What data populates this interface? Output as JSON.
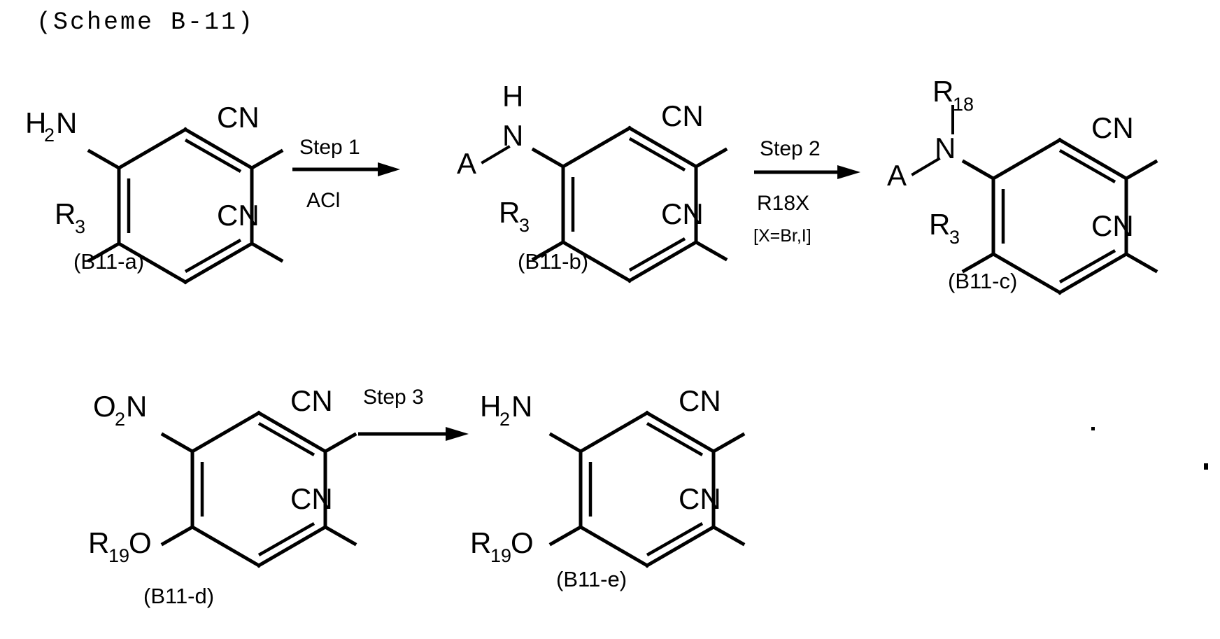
{
  "document": {
    "title": "(Scheme B-11)"
  },
  "schemes": [
    {
      "id": "row-1",
      "structures": [
        {
          "id": "B11-a",
          "label": "(B11-a)",
          "substituents": {
            "top_left": "H",
            "top_left_sub": "2",
            "top_left_tail": "N",
            "bottom_left": "R",
            "bottom_left_sub": "3",
            "top_right": "CN",
            "bottom_right": "CN"
          }
        },
        {
          "id": "B11-b",
          "label": "(B11-b)",
          "substituents": {
            "n_label": "N",
            "h_label": "H",
            "a_label": "A",
            "bottom_left": "R",
            "bottom_left_sub": "3",
            "top_right": "CN",
            "bottom_right": "CN"
          }
        },
        {
          "id": "B11-c",
          "label": "(B11-c)",
          "substituents": {
            "n_label": "N",
            "r18_label": "R",
            "r18_sub": "18",
            "a_label": "A",
            "bottom_left": "R",
            "bottom_left_sub": "3",
            "top_right": "CN",
            "bottom_right": "CN"
          }
        }
      ],
      "arrows": [
        {
          "id": "step-1",
          "above": "Step 1",
          "below": [
            "ACl"
          ]
        },
        {
          "id": "step-2",
          "above": "Step 2",
          "below": [
            "R18X",
            "[X=Br,I]"
          ]
        }
      ]
    },
    {
      "id": "row-2",
      "structures": [
        {
          "id": "B11-d",
          "label": "(B11-d)",
          "substituents": {
            "top_left": "O",
            "top_left_sub": "2",
            "top_left_tail": "N",
            "bottom_left": "R",
            "bottom_left_sub": "19",
            "bottom_left_tail": "O",
            "top_right": "CN",
            "bottom_right": "CN"
          }
        },
        {
          "id": "B11-e",
          "label": "(B11-e)",
          "substituents": {
            "top_left": "H",
            "top_left_sub": "2",
            "top_left_tail": "N",
            "bottom_left": "R",
            "bottom_left_sub": "19",
            "bottom_left_tail": "O",
            "top_right": "CN",
            "bottom_right": "CN"
          }
        }
      ],
      "arrows": [
        {
          "id": "step-3",
          "above": "Step 3",
          "below": []
        }
      ]
    }
  ]
}
